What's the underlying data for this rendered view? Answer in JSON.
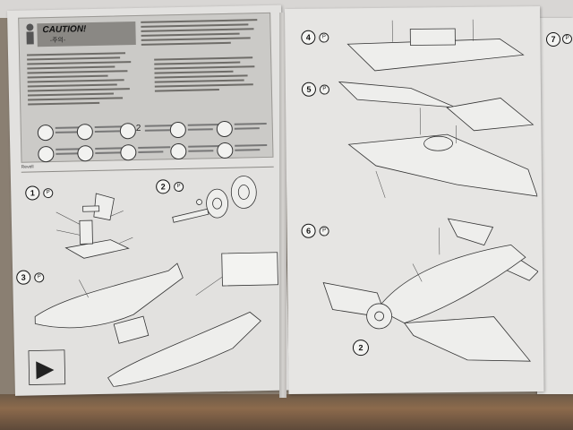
{
  "caution": {
    "title": "CAUTION!",
    "subtitle": "-주의-"
  },
  "left_page": {
    "footer_left": "Revell",
    "steps": [
      {
        "number": "1",
        "glue": "P"
      },
      {
        "number": "2",
        "glue": "P"
      },
      {
        "number": "3",
        "glue": "P"
      }
    ]
  },
  "right_page": {
    "steps": [
      {
        "number": "4",
        "glue": "P"
      },
      {
        "number": "5",
        "glue": "P"
      },
      {
        "number": "6",
        "glue": "P"
      }
    ],
    "circled_callout": "2"
  },
  "next_page": {
    "step": "7"
  },
  "icon_grid": {
    "count_mark": "2"
  }
}
